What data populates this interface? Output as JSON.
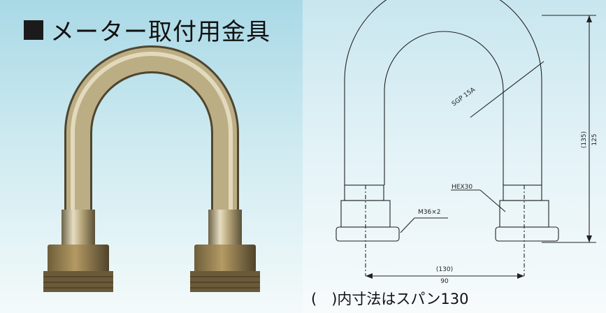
{
  "title": "メーター取付用金具",
  "drawing": {
    "pipe": "SGP 15A",
    "hex": "HEX30",
    "thread": "M36×2",
    "height_paren": "(135)",
    "height": "125",
    "span_paren": "(130)",
    "span": "90"
  },
  "note": "(　)内寸法はスパン130",
  "colors": {
    "sky": "#a9d9e6",
    "metal": "#b8a77a",
    "line": "#222222"
  }
}
